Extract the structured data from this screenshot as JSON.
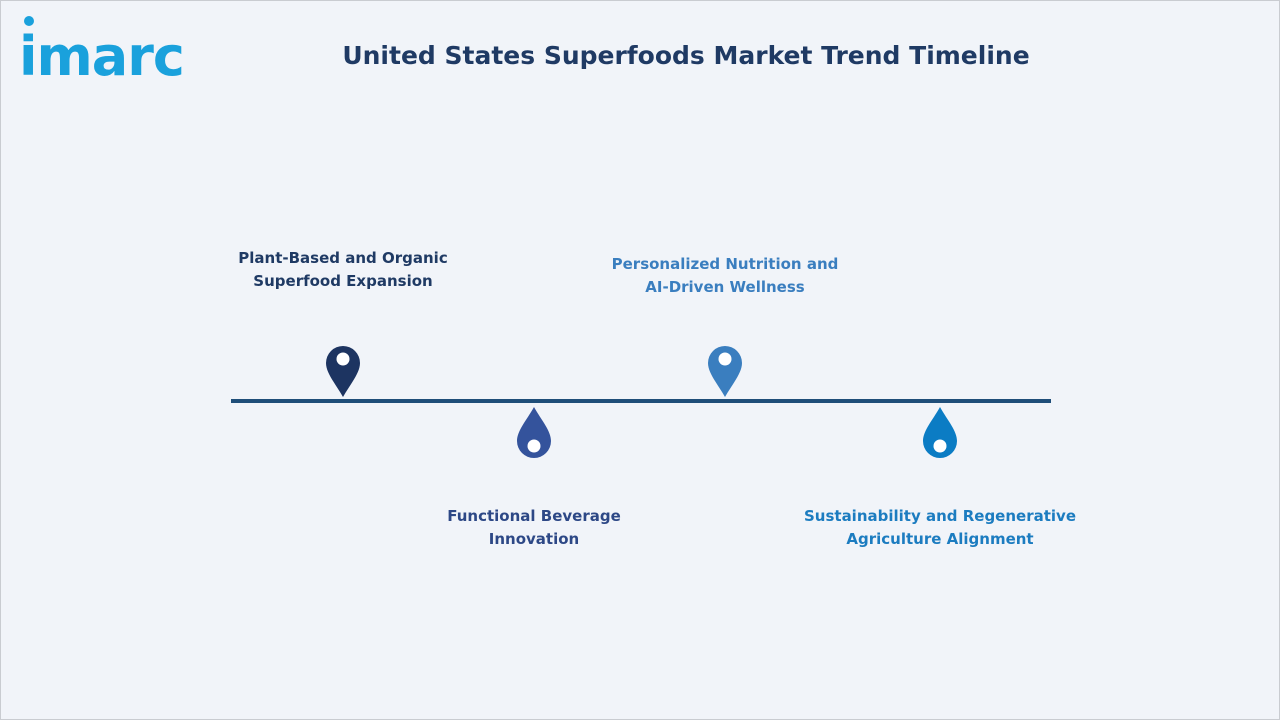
{
  "header": {
    "logo_text": "imarc",
    "title": "United States Superfoods Market Trend Timeline"
  },
  "colors": {
    "background": "#f1f4f9",
    "logo": "#1aa1dc",
    "title": "#1f3a64",
    "axis": "#1f4e79"
  },
  "milestones": [
    {
      "line1": "Plant-Based and Organic",
      "line2": "Superfood Expansion",
      "color": "#1d3461",
      "text_color": "#1f3a64",
      "position": "above"
    },
    {
      "line1": "Functional Beverage",
      "line2": "Innovation",
      "color": "#34539c",
      "text_color": "#2d4886",
      "position": "below"
    },
    {
      "line1": "Personalized Nutrition and",
      "line2": "AI-Driven Wellness",
      "color": "#3a7ebf",
      "text_color": "#3a7ebf",
      "position": "above"
    },
    {
      "line1": "Sustainability and Regenerative",
      "line2": "Agriculture Alignment",
      "color": "#0b7cc4",
      "text_color": "#1c7cc0",
      "position": "below"
    }
  ]
}
